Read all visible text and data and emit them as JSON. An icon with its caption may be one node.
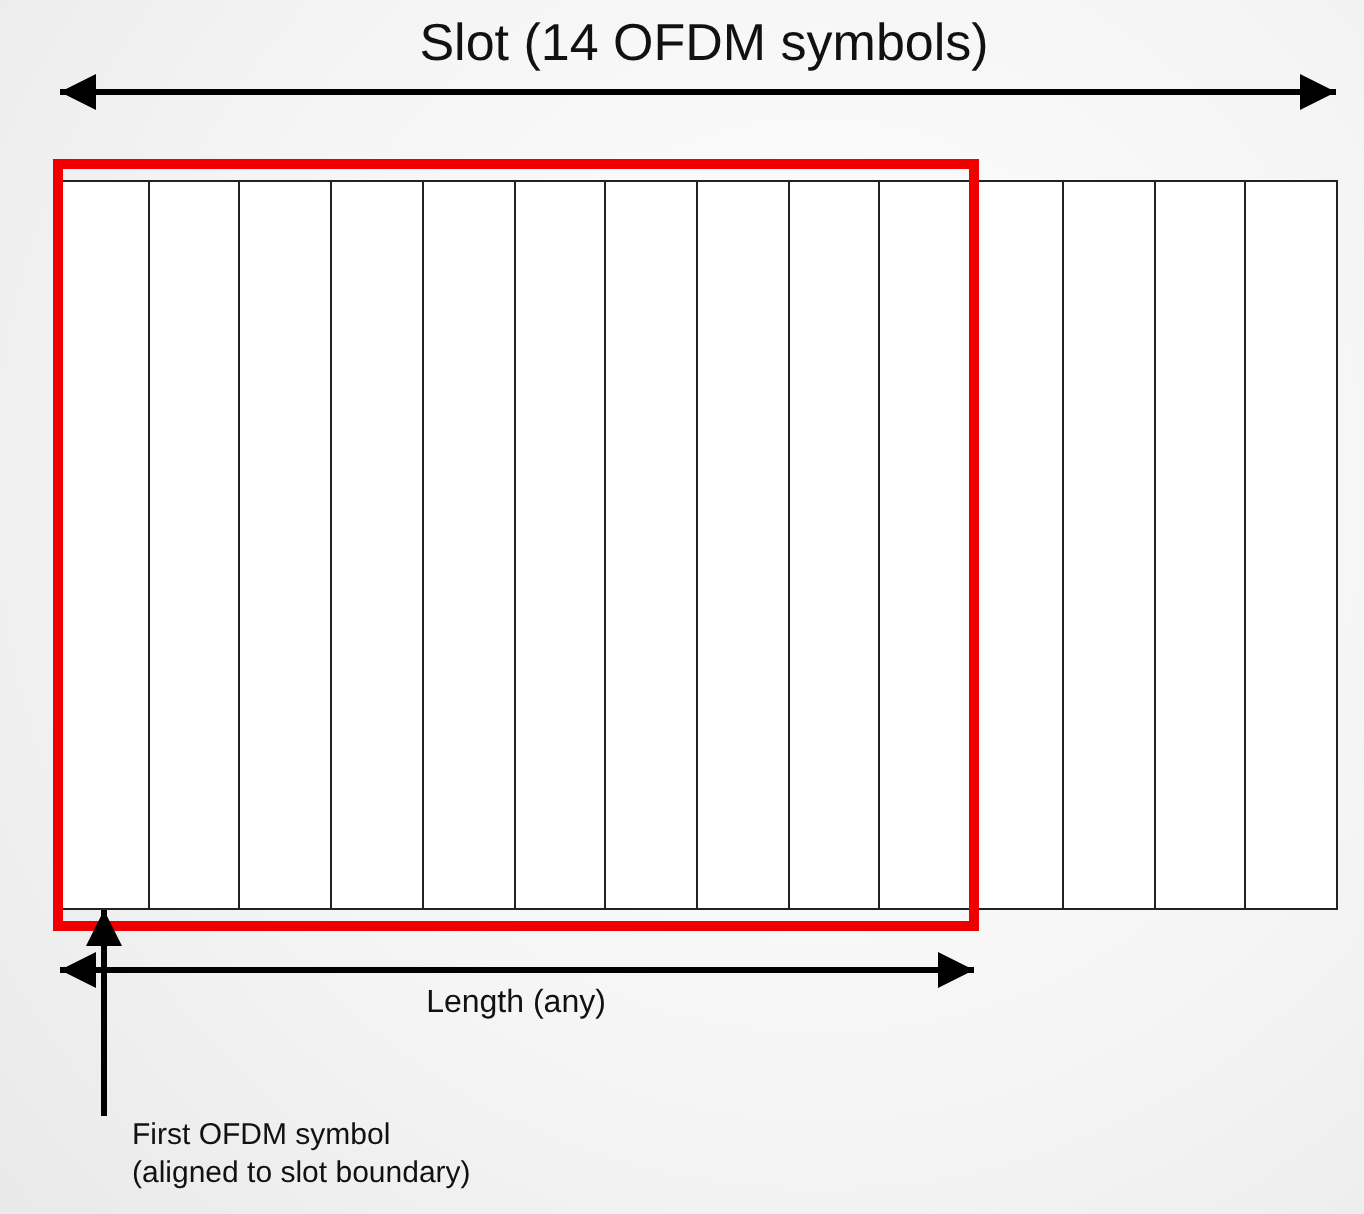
{
  "diagram": {
    "nodes": [
      {
        "text": [],
        "shape": "box"
      },
      {
        "text": [],
        "shape": "box"
      },
      {
        "text": [],
        "shape": "box"
      },
      {
        "text": [],
        "shape": "box"
      },
      {
        "text": [],
        "shape": "box"
      },
      {
        "text": [],
        "shape": "box"
      },
      {
        "text": [],
        "shape": "box"
      },
      {
        "text": [],
        "shape": "box"
      },
      {
        "text": [],
        "shape": "box"
      },
      {
        "text": [],
        "shape": "box"
      },
      {
        "text": [],
        "shape": "box"
      },
      {
        "text": [],
        "shape": "box"
      },
      {
        "text": [],
        "shape": "box"
      },
      {
        "text": [],
        "shape": "box"
      },
      {
        "text": [
          "First OFDM symbol (aligned to slot boundary)"
        ]
      }
    ],
    "edges": [
      {
        "from": 14,
        "to": 0,
        "arrow": "to"
      }
    ],
    "labels": [
      "Slot (14 OFDM symbols)",
      "Length (any)"
    ]
  }
}
